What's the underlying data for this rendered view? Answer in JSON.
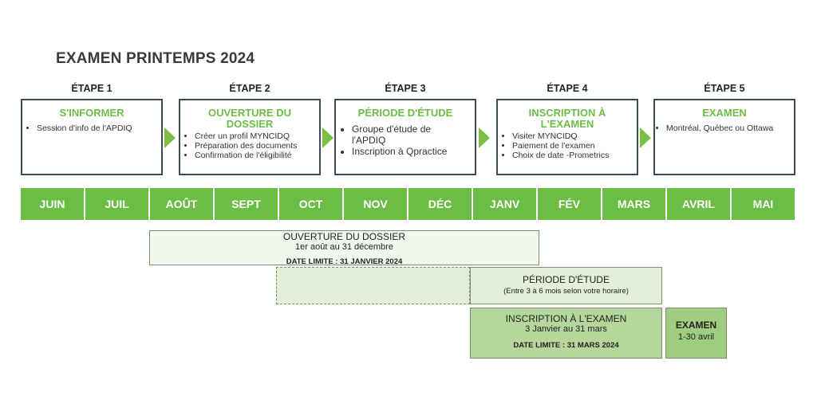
{
  "title": "EXAMEN PRINTEMPS 2024",
  "colors": {
    "accent_green": "#6cbd45",
    "box_border": "#3f4a52",
    "light_fill": "#f3f8ee",
    "mid_fill": "#e3efd8",
    "strong_fill": "#b6d79c"
  },
  "steps": [
    {
      "label": "ÉTAPE 1",
      "heading": "S'INFORMER",
      "items": [
        "Session d'info de l'APDIQ"
      ]
    },
    {
      "label": "ÉTAPE 2",
      "heading": "OUVERTURE DU DOSSIER",
      "items": [
        "Créer un profil MYNCIDQ",
        "Préparation des documents",
        "Confirmation de l'éligibilité"
      ]
    },
    {
      "label": "ÉTAPE 3",
      "heading": "PÉRIODE D'ÉTUDE",
      "items": [
        "Groupe d'étude de l'APDIQ",
        "Inscription à Qpractice"
      ]
    },
    {
      "label": "ÉTAPE 4",
      "heading": "INSCRIPTION À L'EXAMEN",
      "items": [
        "Visiter MYNCIDQ",
        "Paiement de l'examen",
        "Choix de date -Prometrics"
      ]
    },
    {
      "label": "ÉTAPE 5",
      "heading": "EXAMEN",
      "items": [
        "Montréal, Québec ou Ottawa"
      ]
    }
  ],
  "months": [
    "JUIN",
    "JUIL",
    "AOÛT",
    "SEPT",
    "OCT",
    "NOV",
    "DÉC",
    "JANV",
    "FÉV",
    "MARS",
    "AVRIL",
    "MAI"
  ],
  "bars": {
    "dossier": {
      "title": "OUVERTURE DU DOSSIER",
      "dates": "1er août au 31 décembre",
      "deadline": "DATE LIMITE : 31 JANVIER 2024"
    },
    "etude": {
      "title": "PÉRIODE D'ÉTUDE",
      "note": "(Entre 3 à 6 mois selon votre horaire)"
    },
    "inscription": {
      "title": "INSCRIPTION À L'EXAMEN",
      "dates": "3 Janvier au 31 mars",
      "deadline": "DATE LIMITE : 31 MARS 2024"
    },
    "examen": {
      "title": "EXAMEN",
      "dates": "1-30 avril"
    }
  }
}
